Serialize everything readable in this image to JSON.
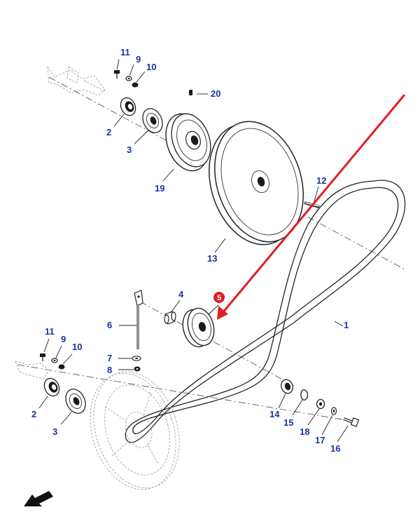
{
  "diagram": {
    "highlight_color": "#e31e24",
    "callout_color": "#1a33a8",
    "highlighted_part": "5",
    "callouts": {
      "c1": "1",
      "c2a": "2",
      "c3a": "3",
      "c4": "4",
      "c5": "5",
      "c6": "6",
      "c7": "7",
      "c8": "8",
      "c9a": "9",
      "c10a": "10",
      "c11a": "11",
      "c12": "12",
      "c13": "13",
      "c14": "14",
      "c15": "15",
      "c16": "16",
      "c17": "17",
      "c18": "18",
      "c19": "19",
      "c20": "20",
      "c2b": "2",
      "c3b": "3",
      "c9b": "9",
      "c10b": "10",
      "c11b": "11"
    },
    "icons": {
      "pointer": "red-arrow-icon",
      "orientation": "direction-arrow-icon"
    }
  }
}
